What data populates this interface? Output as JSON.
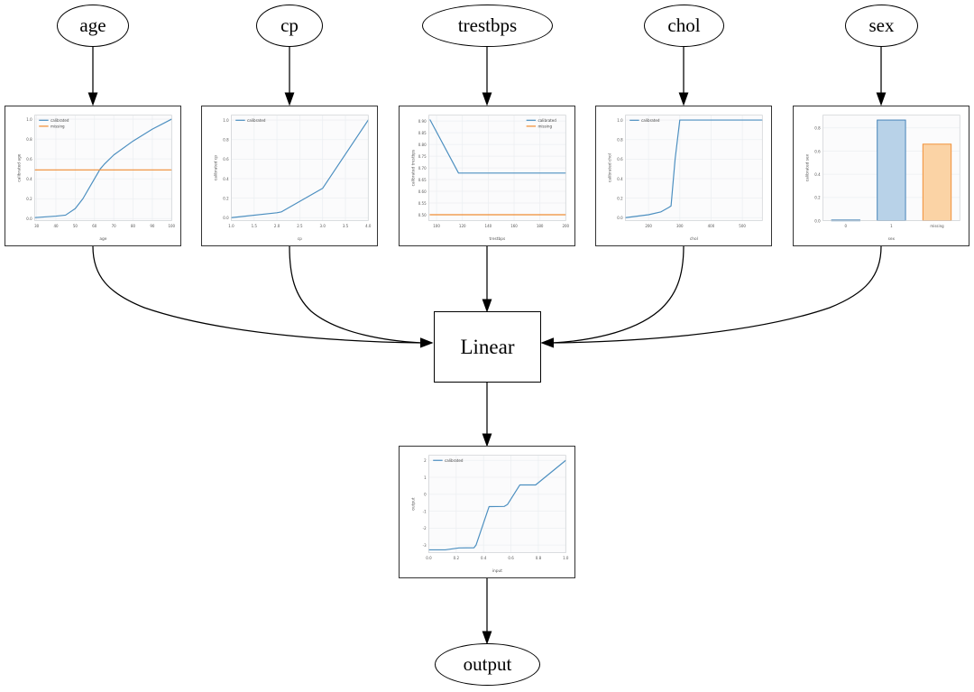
{
  "graph": {
    "input_nodes": [
      {
        "id": "age",
        "label": "age"
      },
      {
        "id": "cp",
        "label": "cp"
      },
      {
        "id": "trestbps",
        "label": "trestbps"
      },
      {
        "id": "chol",
        "label": "chol"
      },
      {
        "id": "sex",
        "label": "sex"
      }
    ],
    "linear_node_label": "Linear",
    "output_node_label": "output"
  },
  "colors": {
    "calibrated": "#4c8fc0",
    "missing": "#f08c32",
    "bar_blue_fill": "#b8d2e8",
    "bar_blue_edge": "#3f7fb5",
    "bar_orange_fill": "#fbd3a5",
    "bar_orange_edge": "#f08c32",
    "edge_stroke": "#000000",
    "plot_border": "#333333"
  },
  "legend_labels": {
    "calibrated": "calibrated",
    "missing": "missing"
  },
  "chart_data": [
    {
      "id": "age",
      "type": "line",
      "title": "",
      "xlabel": "age",
      "ylabel": "calibrated age",
      "xlim": [
        29,
        100
      ],
      "ylim": [
        -0.02,
        1.04
      ],
      "xticks": [
        30,
        40,
        50,
        60,
        70,
        80,
        90,
        100
      ],
      "xticklabels": [
        "30",
        "40",
        "50",
        "60",
        "70",
        "80",
        "90",
        "100"
      ],
      "yticks": [
        0.0,
        0.2,
        0.4,
        0.6,
        0.8,
        1.0
      ],
      "yticklabels": [
        "0.0",
        "0.2",
        "0.4",
        "0.6",
        "0.8",
        "1.0"
      ],
      "grid": true,
      "legend_position": "upper left",
      "series": [
        {
          "name": "calibrated",
          "color": "#4c8fc0",
          "x": [
            29,
            40,
            45,
            50,
            54,
            57,
            60,
            63,
            65,
            70,
            80,
            90,
            100
          ],
          "y": [
            0.01,
            0.025,
            0.035,
            0.1,
            0.2,
            0.3,
            0.4,
            0.5,
            0.545,
            0.64,
            0.78,
            0.9,
            1.0
          ]
        },
        {
          "name": "missing",
          "color": "#f08c32",
          "x": [
            29,
            100
          ],
          "y": [
            0.49,
            0.49
          ]
        }
      ]
    },
    {
      "id": "cp",
      "type": "line",
      "title": "",
      "xlabel": "cp",
      "ylabel": "calibrated cp",
      "xlim": [
        1.0,
        4.0
      ],
      "ylim": [
        -0.03,
        1.05
      ],
      "xticks": [
        1.0,
        1.5,
        2.0,
        2.5,
        3.0,
        3.5,
        4.0
      ],
      "xticklabels": [
        "1.0",
        "1.5",
        "2.0",
        "2.5",
        "3.0",
        "3.5",
        "4.0"
      ],
      "yticks": [
        0.0,
        0.2,
        0.4,
        0.6,
        0.8,
        1.0
      ],
      "yticklabels": [
        "0.0",
        "0.2",
        "0.4",
        "0.6",
        "0.8",
        "1.0"
      ],
      "grid": true,
      "legend_position": "upper left",
      "series": [
        {
          "name": "calibrated",
          "color": "#4c8fc0",
          "x": [
            1.0,
            2.0,
            2.1,
            3.0,
            4.0
          ],
          "y": [
            0.0,
            0.05,
            0.06,
            0.3,
            1.0
          ]
        }
      ]
    },
    {
      "id": "trestbps",
      "type": "line",
      "title": "",
      "xlabel": "trestbps",
      "ylabel": "calibrated trestbps",
      "xlim": [
        94,
        200
      ],
      "ylim": [
        0.475,
        0.925
      ],
      "xticks": [
        100,
        120,
        140,
        160,
        180,
        200
      ],
      "xticklabels": [
        "100",
        "120",
        "140",
        "160",
        "180",
        "200"
      ],
      "yticks": [
        0.5,
        0.55,
        0.6,
        0.65,
        0.7,
        0.75,
        0.8,
        0.85,
        0.9
      ],
      "yticklabels": [
        "0.50",
        "0.55",
        "0.60",
        "0.65",
        "0.70",
        "0.75",
        "0.80",
        "0.85",
        "0.90"
      ],
      "grid": true,
      "legend_position": "upper right",
      "series": [
        {
          "name": "calibrated",
          "color": "#4c8fc0",
          "x": [
            95,
            117,
            200
          ],
          "y": [
            0.905,
            0.678,
            0.678
          ]
        },
        {
          "name": "missing",
          "color": "#f08c32",
          "x": [
            95,
            200
          ],
          "y": [
            0.5,
            0.5
          ]
        }
      ]
    },
    {
      "id": "chol",
      "type": "line",
      "title": "",
      "xlabel": "chol",
      "ylabel": "calibrated chol",
      "xlim": [
        126,
        564
      ],
      "ylim": [
        -0.03,
        1.05
      ],
      "xticks": [
        200,
        300,
        400,
        500
      ],
      "xticklabels": [
        "200",
        "300",
        "400",
        "500"
      ],
      "yticks": [
        0.0,
        0.2,
        0.4,
        0.6,
        0.8,
        1.0
      ],
      "yticklabels": [
        "0.0",
        "0.2",
        "0.4",
        "0.6",
        "0.8",
        "1.0"
      ],
      "grid": true,
      "legend_position": "upper left",
      "series": [
        {
          "name": "calibrated",
          "color": "#4c8fc0",
          "x": [
            126,
            200,
            240,
            265,
            272,
            285,
            300,
            564
          ],
          "y": [
            0.0,
            0.03,
            0.06,
            0.105,
            0.12,
            0.6,
            1.0,
            1.0
          ]
        }
      ]
    },
    {
      "id": "sex",
      "type": "bar",
      "title": "",
      "xlabel": "sex",
      "ylabel": "calibrated sex",
      "categories": [
        "0",
        "1",
        "missing"
      ],
      "values": [
        0.005,
        0.868,
        0.66
      ],
      "bar_colors": [
        "#b8d2e8",
        "#b8d2e8",
        "#fbd3a5"
      ],
      "bar_edge_colors": [
        "#3f7fb5",
        "#3f7fb5",
        "#f08c32"
      ],
      "ylim": [
        0.0,
        0.91
      ],
      "yticks": [
        0.0,
        0.2,
        0.4,
        0.6,
        0.8
      ],
      "yticklabels": [
        "0.0",
        "0.2",
        "0.4",
        "0.6",
        "0.8"
      ],
      "grid": true,
      "legend_position": "none"
    },
    {
      "id": "output",
      "type": "line",
      "title": "",
      "xlabel": "input",
      "ylabel": "output",
      "xlim": [
        0.0,
        1.0
      ],
      "ylim": [
        -3.45,
        2.3
      ],
      "xticks": [
        0.0,
        0.2,
        0.4,
        0.6,
        0.8,
        1.0
      ],
      "xticklabels": [
        "0.0",
        "0.2",
        "0.4",
        "0.6",
        "0.8",
        "1.0"
      ],
      "yticks": [
        -3,
        -2,
        -1,
        0,
        1,
        2
      ],
      "yticklabels": [
        "-3",
        "-2",
        "-1",
        "0",
        "1",
        "2"
      ],
      "grid": true,
      "legend_position": "upper left",
      "series": [
        {
          "name": "calibrated",
          "color": "#4c8fc0",
          "x": [
            0.0,
            0.12,
            0.22,
            0.33,
            0.345,
            0.44,
            0.55,
            0.575,
            0.665,
            0.78,
            1.0
          ],
          "y": [
            -3.28,
            -3.28,
            -3.17,
            -3.16,
            -3.0,
            -0.73,
            -0.72,
            -0.6,
            0.55,
            0.55,
            2.0
          ]
        }
      ]
    }
  ]
}
